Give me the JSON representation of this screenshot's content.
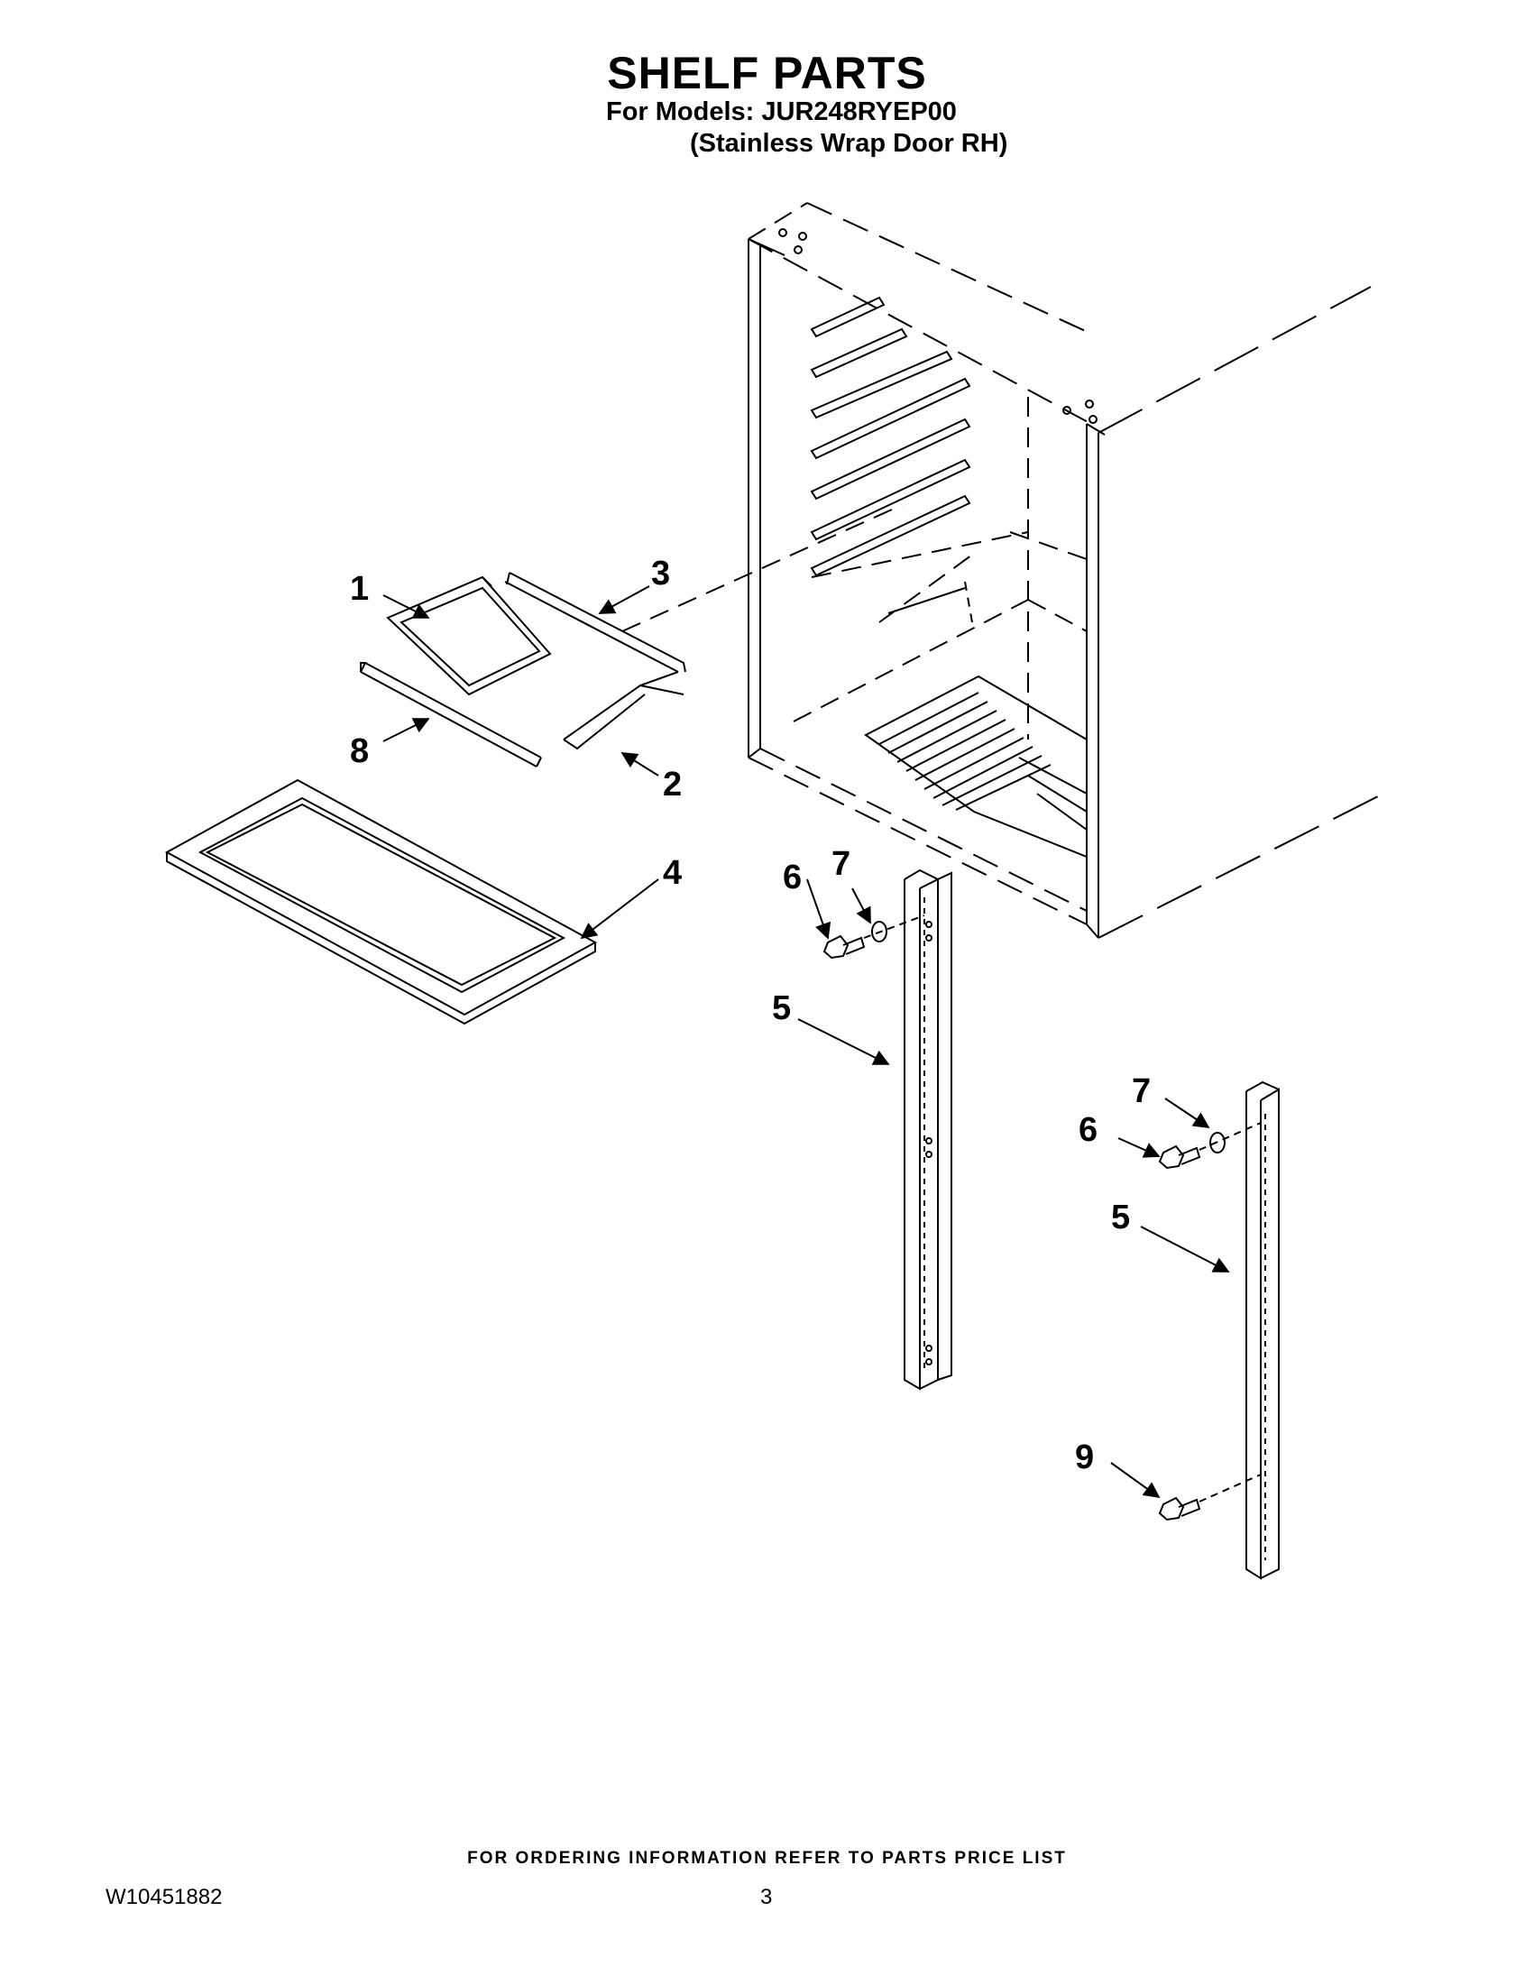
{
  "header": {
    "title": "SHELF PARTS",
    "model_line": "For Models: JUR248RYEP00",
    "variant_line": "(Stainless Wrap Door RH)"
  },
  "callouts": {
    "c1": "1",
    "c2": "2",
    "c3": "3",
    "c4": "4",
    "c5a": "5",
    "c5b": "5",
    "c6a": "6",
    "c6b": "6",
    "c7a": "7",
    "c7b": "7",
    "c8": "8",
    "c9": "9"
  },
  "footer": {
    "ordering_note": "FOR ORDERING INFORMATION REFER TO PARTS PRICE LIST",
    "document_number": "W10451882",
    "page_number": "3"
  }
}
